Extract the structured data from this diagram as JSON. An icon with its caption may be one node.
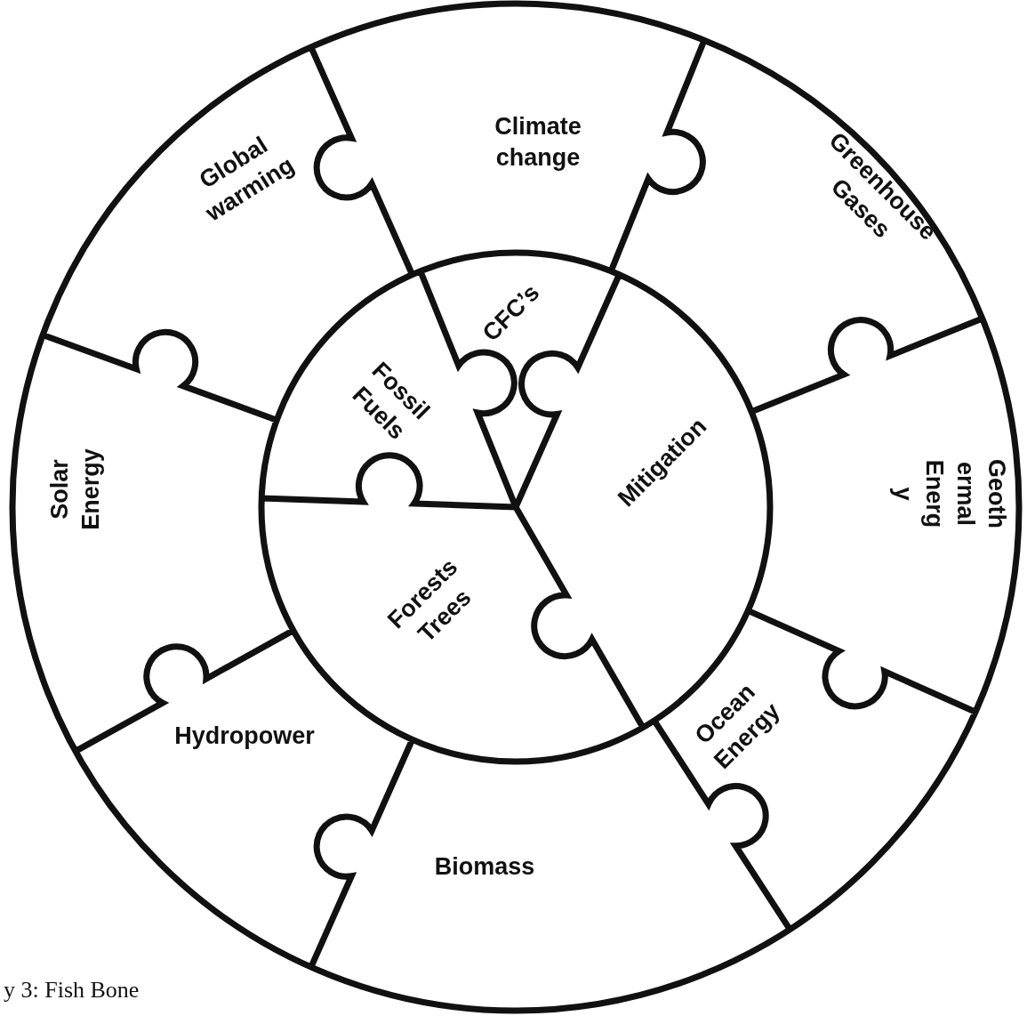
{
  "diagram": {
    "caption": "y 3: Fish Bone",
    "nodes": [
      {
        "text": [
          "Climate change"
        ]
      },
      {
        "text": [
          "Global warming"
        ]
      },
      {
        "text": [
          "Greenhouse Gases"
        ]
      },
      {
        "text": [
          "CFC’s"
        ]
      },
      {
        "text": [
          "Fossil Fuels"
        ]
      },
      {
        "text": [
          "Mitigation"
        ]
      },
      {
        "text": [
          "Solar Energy"
        ]
      },
      {
        "text": [
          "Geoth ermal Energ y"
        ]
      },
      {
        "text": [
          "Forests Trees"
        ]
      },
      {
        "text": [
          "Hydropower"
        ]
      },
      {
        "text": [
          "Ocean Energy"
        ]
      },
      {
        "text": [
          "Biomass"
        ]
      }
    ],
    "edges": []
  }
}
